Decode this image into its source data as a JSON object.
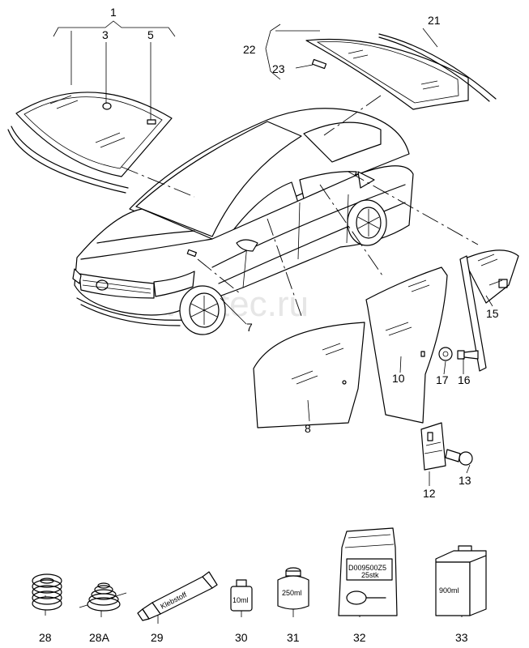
{
  "diagram": {
    "labels": {
      "p1": "1",
      "p3": "3",
      "p5": "5",
      "p7": "7",
      "p8": "8",
      "p10": "10",
      "p12": "12",
      "p13": "13",
      "p15": "15",
      "p16": "16",
      "p17": "17",
      "p21": "21",
      "p22": "22",
      "p23": "23",
      "p28": "28",
      "p28a": "28A",
      "p29": "29",
      "p30": "30",
      "p31": "31",
      "p32": "32",
      "p33": "33"
    },
    "product_text": {
      "tube": "Klebstoff",
      "bottle_small": "10ml",
      "can": "250ml",
      "pouch_code": "D009500Z5",
      "pouch_qty": "25stk",
      "box": "900ml"
    },
    "watermark": "vagtec.ru"
  }
}
